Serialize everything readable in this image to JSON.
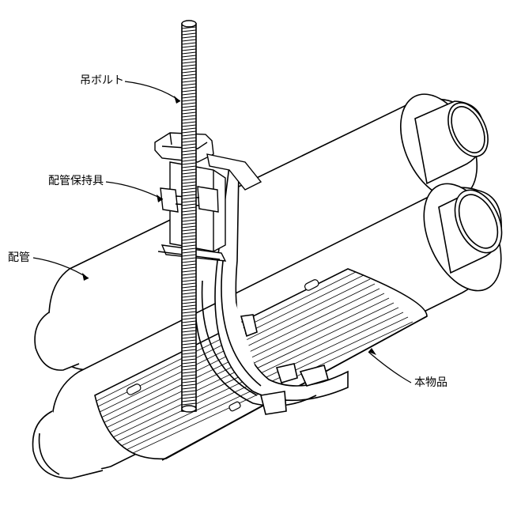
{
  "labels": {
    "hanger_bolt": "吊ボルト",
    "pipe_holder": "配管保持具",
    "pipe": "配管",
    "main_product": "本物品"
  },
  "colors": {
    "line": "#000000",
    "pipe_fill": "#ffffff",
    "background": "#ffffff"
  }
}
